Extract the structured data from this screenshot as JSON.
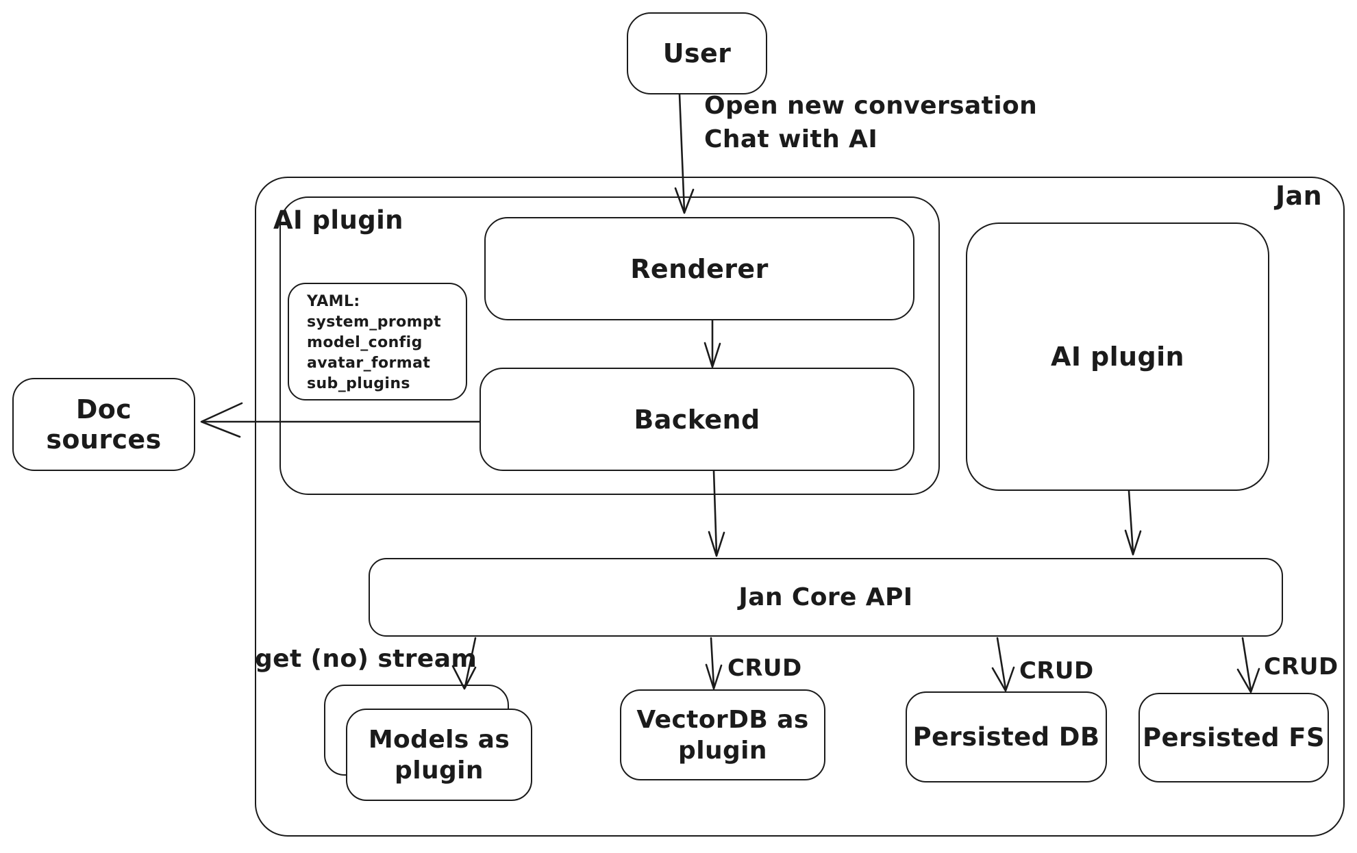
{
  "diagram": {
    "nodes": {
      "user": "User",
      "jan": "Jan",
      "ai_plugin_left": "AI plugin",
      "renderer": "Renderer",
      "backend": "Backend",
      "ai_plugin_right": "AI plugin",
      "doc_sources": "Doc sources",
      "jan_core_api": "Jan Core API",
      "models_plugin": "Models as plugin",
      "vectordb_plugin": "VectorDB as plugin",
      "persisted_db": "Persisted DB",
      "persisted_fs": "Persisted FS"
    },
    "yaml_note": {
      "title": "YAML:",
      "lines": [
        "system_prompt",
        "model_config",
        "avatar_format",
        "sub_plugins"
      ]
    },
    "edge_labels": {
      "user_flow_line1": "Open new conversation",
      "user_flow_line2": "Chat with AI",
      "models_edge": "get (no) stream",
      "vectordb_edge": "CRUD",
      "persisted_db_edge": "CRUD",
      "persisted_fs_edge": "CRUD"
    },
    "colors": {
      "stroke": "#1b1b1b",
      "background": "#ffffff"
    }
  }
}
